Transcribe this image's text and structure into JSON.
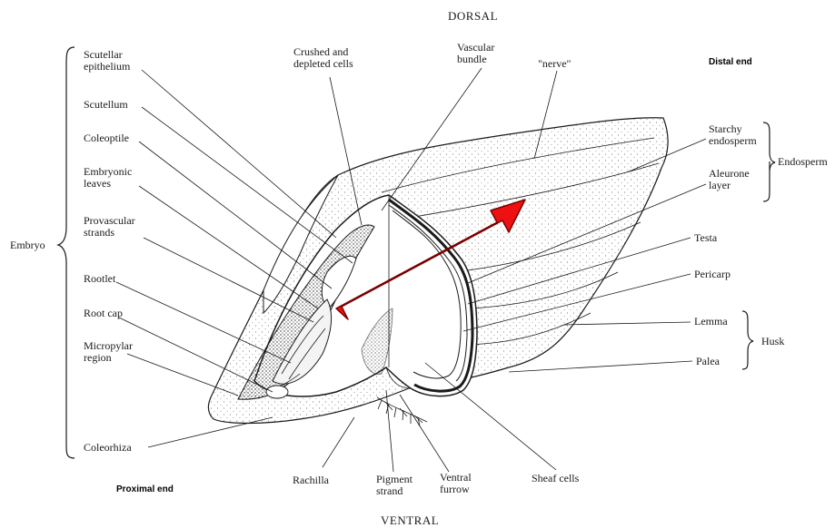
{
  "orientation": {
    "top": "DORSAL",
    "bottom": "VENTRAL",
    "distal": "Distal end",
    "proximal": "Proximal end"
  },
  "groups": {
    "embryo": "Embryo",
    "endosperm": "Endosperm",
    "husk": "Husk"
  },
  "labels": {
    "scutellar_epithelium": [
      "Scutellar",
      "epithelium"
    ],
    "scutellum": "Scutellum",
    "coleoptile": "Coleoptile",
    "embryonic_leaves": [
      "Embryonic",
      "leaves"
    ],
    "provascular_strands": [
      "Provascular",
      "strands"
    ],
    "rootlet": "Rootlet",
    "root_cap": "Root cap",
    "micropylar_region": [
      "Micropylar",
      "region"
    ],
    "coleorhiza": "Coleorhiza",
    "crushed_cells": [
      "Crushed and",
      "depleted cells"
    ],
    "vascular_bundle": [
      "Vascular",
      "bundle"
    ],
    "nerve": "\"nerve\"",
    "starchy_endosperm": [
      "Starchy",
      "endosperm"
    ],
    "aleurone_layer": [
      "Aleurone",
      "layer"
    ],
    "testa": "Testa",
    "pericarp": "Pericarp",
    "lemma": "Lemma",
    "palea": "Palea",
    "rachilla": "Rachilla",
    "pigment_strand": [
      "Pigment",
      "strand"
    ],
    "ventral_furrow": [
      "Ventral",
      "furrow"
    ],
    "sheaf_cells": "Sheaf cells"
  },
  "colors": {
    "arrow_fill": "#ee1111",
    "arrow_stroke": "#7a0000",
    "ink": "#1a1a1a"
  }
}
